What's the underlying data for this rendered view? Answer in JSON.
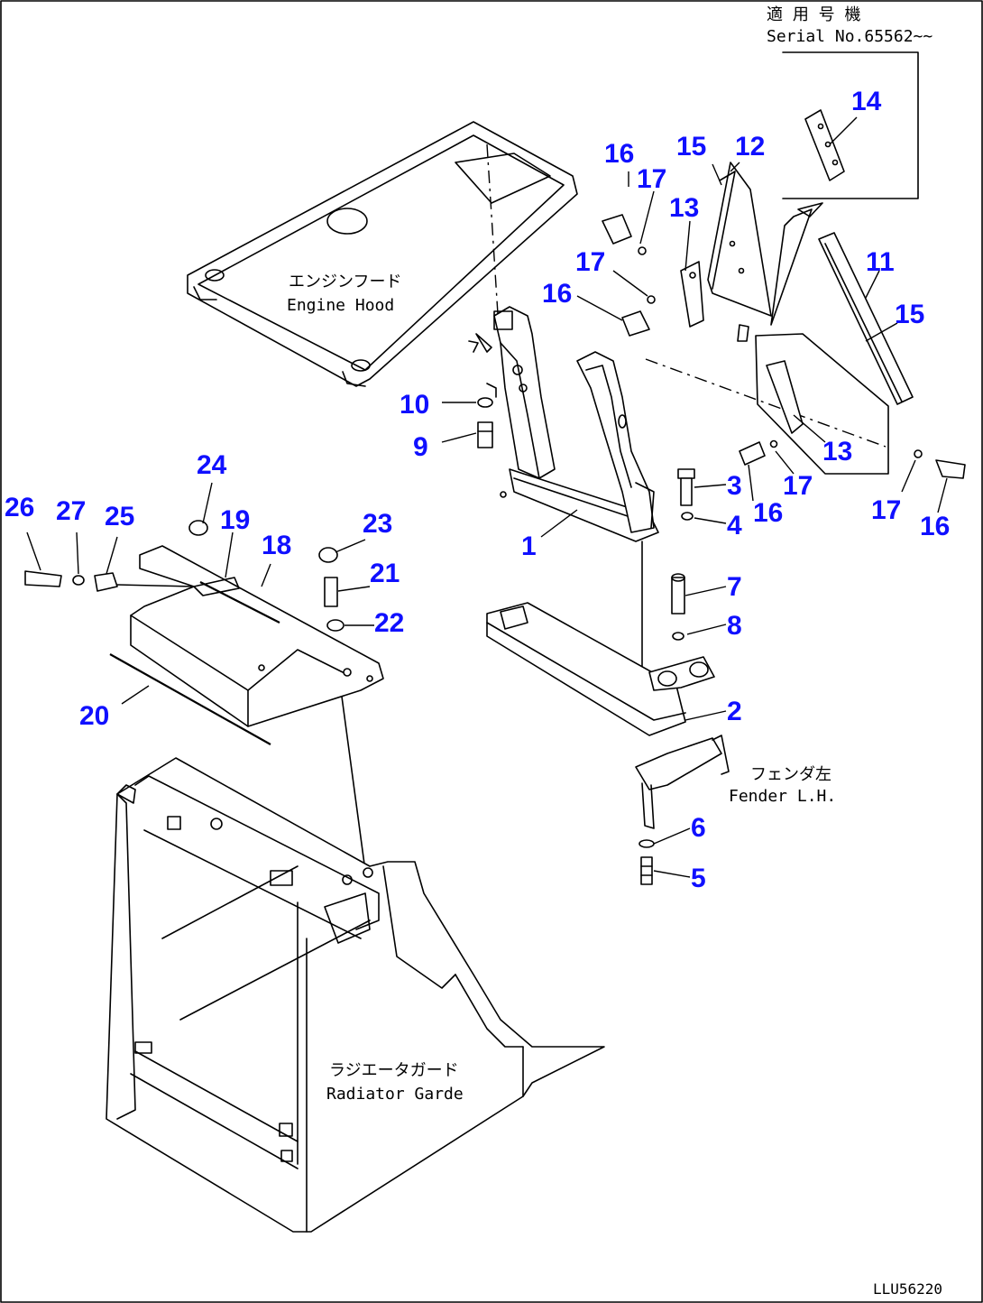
{
  "texts": {
    "serial_jp": "適 用 号 機",
    "serial_no": "Serial No.65562~~",
    "engine_hood_jp": "エンジンフード",
    "engine_hood_en": "Engine Hood",
    "fender_jp": "フェンダ左",
    "fender_en": "Fender L.H.",
    "radiator_jp": "ラジエータガード",
    "radiator_en": "Radiator Garde",
    "drawing_code": "LLU56220"
  },
  "callouts": [
    {
      "id": "c1",
      "label": "1"
    },
    {
      "id": "c2",
      "label": "2"
    },
    {
      "id": "c3",
      "label": "3"
    },
    {
      "id": "c4",
      "label": "4"
    },
    {
      "id": "c5",
      "label": "5"
    },
    {
      "id": "c6",
      "label": "6"
    },
    {
      "id": "c7",
      "label": "7"
    },
    {
      "id": "c8",
      "label": "8"
    },
    {
      "id": "c9",
      "label": "9"
    },
    {
      "id": "c10",
      "label": "10"
    },
    {
      "id": "c11",
      "label": "11"
    },
    {
      "id": "c12",
      "label": "12"
    },
    {
      "id": "c13a",
      "label": "13"
    },
    {
      "id": "c13b",
      "label": "13"
    },
    {
      "id": "c14",
      "label": "14"
    },
    {
      "id": "c15a",
      "label": "15"
    },
    {
      "id": "c15b",
      "label": "15"
    },
    {
      "id": "c16a",
      "label": "16"
    },
    {
      "id": "c16b",
      "label": "16"
    },
    {
      "id": "c16c",
      "label": "16"
    },
    {
      "id": "c16d",
      "label": "16"
    },
    {
      "id": "c17a",
      "label": "17"
    },
    {
      "id": "c17b",
      "label": "17"
    },
    {
      "id": "c17c",
      "label": "17"
    },
    {
      "id": "c17d",
      "label": "17"
    },
    {
      "id": "c18",
      "label": "18"
    },
    {
      "id": "c19",
      "label": "19"
    },
    {
      "id": "c20",
      "label": "20"
    },
    {
      "id": "c21",
      "label": "21"
    },
    {
      "id": "c22",
      "label": "22"
    },
    {
      "id": "c23",
      "label": "23"
    },
    {
      "id": "c24",
      "label": "24"
    },
    {
      "id": "c25",
      "label": "25"
    },
    {
      "id": "c26",
      "label": "26"
    },
    {
      "id": "c27",
      "label": "27"
    }
  ]
}
